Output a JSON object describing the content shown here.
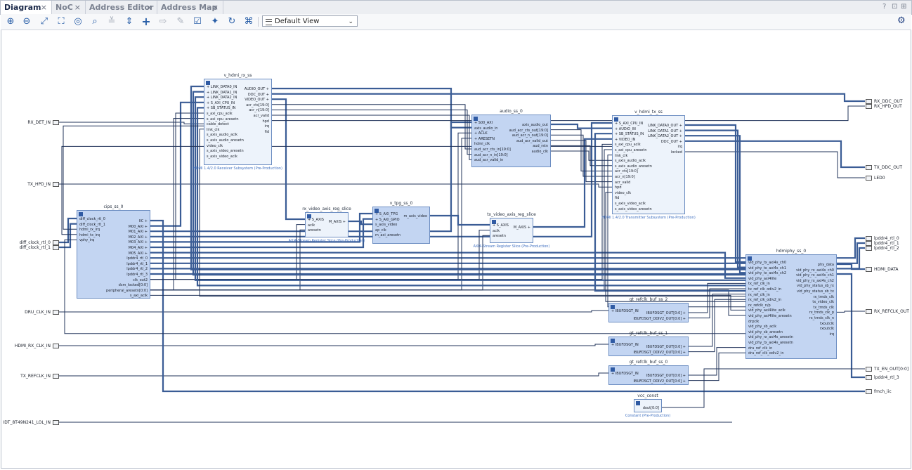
{
  "tabs": [
    {
      "label": "Diagram",
      "active": true
    },
    {
      "label": "NoC",
      "active": false
    },
    {
      "label": "Address Editor",
      "active": false
    },
    {
      "label": "Address Map",
      "active": false
    }
  ],
  "window_controls": {
    "help": "?",
    "restore": "⊡",
    "maximize": "⊞"
  },
  "toolbar": {
    "view_select": "Default View",
    "icons": [
      "zoom-in-icon",
      "zoom-out-icon",
      "zoom-fit-icon",
      "fit-selection-icon",
      "auto-connect-icon",
      "search-icon",
      "collapse-icon",
      "expand-icon",
      "add-ip-icon",
      "make-external-icon",
      "properties-icon",
      "validate-icon",
      "pin-icon",
      "regenerate-icon",
      "optimize-routing-icon"
    ]
  },
  "blocks": {
    "v_hdmi_rx_ss": {
      "title": "v_hdmi_rx_ss",
      "subtitle": "HDMI 1.4/2.0 Receiver Subsystem (Pre-Production)",
      "left_pins": [
        "LINK_DATA0_IN",
        "LINK_DATA1_IN",
        "LINK_DATA2_IN",
        "S_AXI_CPU_IN",
        "SB_STATUS_IN",
        "s_axi_cpu_aclk",
        "s_axi_cpu_aresetn",
        "cable_detect",
        "link_clk",
        "s_axis_audio_aclk",
        "s_axis_audio_aresetn",
        "video_clk",
        "s_axis_video_aresetn",
        "s_axis_video_aclk"
      ],
      "right_pins": [
        "AUDIO_OUT",
        "DDC_OUT",
        "VIDEO_OUT",
        "acr_cts[19:0]",
        "acr_n[19:0]",
        "acr_valid",
        "hpd",
        "irq",
        "fid"
      ]
    },
    "audio_ss_0": {
      "title": "audio_ss_0",
      "left_pins": [
        "S00_AXI",
        "axis_audio_in",
        "ACLK",
        "ARESETN",
        "hdmi_clk",
        "aud_acr_cts_in[19:0]",
        "aud_acr_n_in[19:0]",
        "aud_acr_valid_in"
      ],
      "right_pins": [
        "axis_audio_out",
        "aud_acr_cts_out[19:0]",
        "aud_acr_n_out[19:0]",
        "aud_acr_valid_out",
        "aud_rstn",
        "audio_clk"
      ]
    },
    "v_hdmi_tx_ss": {
      "title": "v_hdmi_tx_ss",
      "subtitle": "HDMI 1.4/2.0 Transmitter Subsystem (Pre-Production)",
      "left_pins": [
        "S_AXI_CPU_IN",
        "AUDIO_IN",
        "SB_STATUS_IN",
        "VIDEO_IN",
        "s_axi_cpu_aclk",
        "s_axi_cpu_aresetn",
        "link_clk",
        "s_axis_audio_aclk",
        "s_axis_audio_aresetn",
        "acr_cts[19:0]",
        "acr_n[19:0]",
        "acr_valid",
        "hpd",
        "video_clk",
        "fid",
        "s_axis_video_aclk",
        "s_axis_video_aresetn"
      ],
      "right_pins": [
        "LINK_DATA0_OUT",
        "LINK_DATA1_OUT",
        "LINK_DATA2_OUT",
        "DDC_OUT",
        "irq",
        "locked"
      ]
    },
    "cips_ss_0": {
      "title": "cips_ss_0",
      "left_pins": [
        "diff_clock_rtl_0",
        "diff_clock_rtl_1",
        "hdmi_rx_irq",
        "hdmi_tx_irq",
        "vphy_irq"
      ],
      "right_pins": [
        "IIC",
        "M00_AXI",
        "M01_AXI",
        "M02_AXI",
        "M03_AXI",
        "M04_AXI",
        "M05_AXI",
        "lpddr4_rtl_0",
        "lpddr4_rtl_1",
        "lpddr4_rtl_2",
        "lpddr4_rtl_3",
        "clk_out2",
        "dcm_locked[0:0]",
        "peripheral_aresetn[0:0]",
        "s_axi_aclk"
      ]
    },
    "rx_video_axis_reg_slice": {
      "title": "rx_video_axis_reg_slice",
      "subtitle": "AXI4-Stream Register Slice (Pre-Production)",
      "left_pins": [
        "S_AXIS",
        "aclk",
        "aresetn"
      ],
      "right_pins": [
        "M_AXIS"
      ]
    },
    "v_tpg_ss_0": {
      "title": "v_tpg_ss_0",
      "left_pins": [
        "S_AXI_TPG",
        "S_AXI_GPIO",
        "s_axis_video",
        "ap_clk",
        "m_axi_aresetn"
      ],
      "right_pins": [
        "m_axis_video"
      ]
    },
    "tx_video_axis_reg_slice": {
      "title": "tx_video_axis_reg_slice",
      "subtitle": "AXI4-Stream Register Slice (Pre-Production)",
      "left_pins": [
        "S_AXIS",
        "aclk",
        "aresetn"
      ],
      "right_pins": [
        "M_AXIS"
      ]
    },
    "hdmiphy_ss_0": {
      "title": "hdmiphy_ss_0",
      "left_pins": [
        "vid_phy_tx_axi4s_ch0",
        "vid_phy_tx_axi4s_ch1",
        "vid_phy_tx_axi4s_ch2",
        "vid_phy_axi4lite",
        "tx_ref_clk_in",
        "tx_ref_clk_odiv2_in",
        "rx_ref_clk_in",
        "rx_ref_clk_odiv2_in",
        "rx_refclk_n/p",
        "vid_phy_axi4lite_aclk",
        "vid_phy_axi4lite_aresetn",
        "drpclk",
        "vid_phy_sb_aclk",
        "vid_phy_sb_aresetn",
        "vid_phy_rx_axi4s_aresetn",
        "vid_phy_tx_axi4s_aresetn",
        "dru_ref_clk_in",
        "dru_ref_clk_odiv2_in"
      ],
      "right_pins": [
        "phy_data",
        "vid_phy_rx_axi4s_ch0",
        "vid_phy_rx_axi4s_ch1",
        "vid_phy_rx_axi4s_ch2",
        "vid_phy_status_sb_rx",
        "vid_phy_status_sb_tx",
        "rx_tmds_clk",
        "tx_video_clk",
        "tx_tmds_clk",
        "rx_tmds_clk_p",
        "rx_tmds_clk_n",
        "txoutclk",
        "rxoutclk",
        "irq"
      ]
    },
    "gt_refclk_buf_ss_2": {
      "title": "gt_refclk_buf_ss_2",
      "left_pins": [
        "IBUFDSGT_IN"
      ],
      "right_pins": [
        "IBUFDSGT_OUT[0:0]",
        "IBUFDSGT_ODIV2_OUT[0:0]"
      ]
    },
    "gt_refclk_buf_ss_1": {
      "title": "gt_refclk_buf_ss_1",
      "left_pins": [
        "IBUFDSGT_IN"
      ],
      "right_pins": [
        "IBUFDSGT_OUT[0:0]",
        "IBUFDSGT_ODIV2_OUT[0:0]"
      ]
    },
    "gt_refclk_buf_ss_0": {
      "title": "gt_refclk_buf_ss_0",
      "left_pins": [
        "IBUFDSGT_IN"
      ],
      "right_pins": [
        "IBUFDSGT_OUT[0:0]",
        "IBUFDSGT_ODIV2_OUT[0:0]"
      ]
    },
    "vcc_const": {
      "title": "vcc_const",
      "subtitle": "Constant (Pre-Production)",
      "left_pins": [],
      "right_pins": [
        "dout[0:0]"
      ]
    }
  },
  "external_ports": {
    "left": [
      "RX_DET_IN",
      "TX_HPD_IN",
      "diff_clock_rtl_0",
      "diff_clock_rtl_1",
      "DRU_CLK_IN",
      "HDMI_RX_CLK_IN",
      "TX_REFCLK_IN",
      "IDT_8T49N241_LOL_IN"
    ],
    "right": [
      "RX_DDC_OUT",
      "RX_HPD_OUT",
      "TX_DDC_OUT",
      "LED0",
      "lpddr4_rtl_0",
      "lpddr4_rtl_1",
      "lpddr4_rtl_2",
      "HDMI_DATA",
      "RX_REFCLK_OUT",
      "TX_EN_OUT[0:0]",
      "lpddr4_rtl_3",
      "fmch_iic"
    ]
  }
}
